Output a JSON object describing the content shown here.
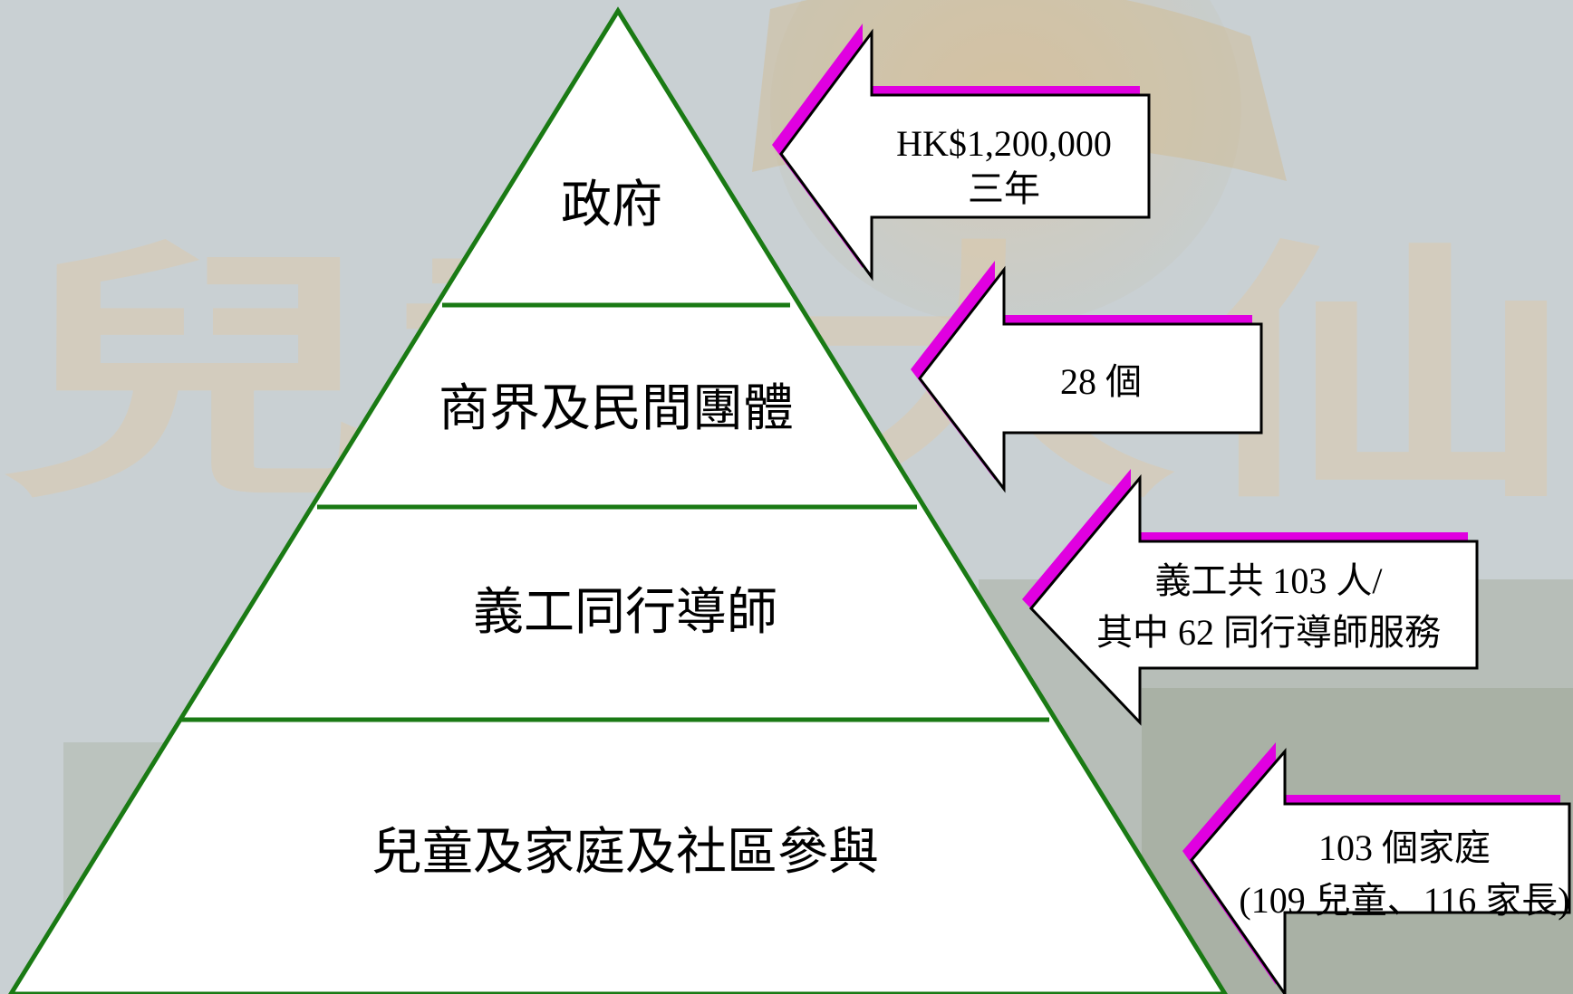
{
  "colors": {
    "background": "#c9d0d3",
    "pyramid_stroke": "#1a7a14",
    "arrow_shadow": "#e000e0",
    "arrow_fill": "#ffffff"
  },
  "background_watermark": {
    "title_text": "兒童大仙"
  },
  "pyramid": {
    "tiers": [
      {
        "label": "政府"
      },
      {
        "label": "商界及民間團體"
      },
      {
        "label": "義工同行導師"
      },
      {
        "label": "兒童及家庭及社區參與"
      }
    ]
  },
  "arrows": [
    {
      "lines": [
        "HK$1,200,000",
        "三年"
      ]
    },
    {
      "lines": [
        "28 個"
      ]
    },
    {
      "lines": [
        "義工共 103 人/",
        "其中 62 同行導師服務"
      ]
    },
    {
      "lines": [
        "103 個家庭",
        "(109 兒童、116 家長)"
      ]
    }
  ]
}
